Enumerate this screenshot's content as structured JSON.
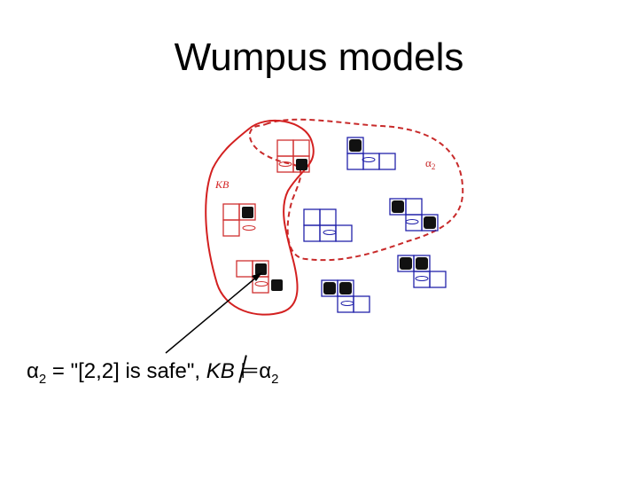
{
  "title": "Wumpus models",
  "regions": {
    "kb_label": "KB",
    "alpha_label": "α",
    "alpha_sub": "2"
  },
  "caption": {
    "alpha": "α",
    "alpha_sub": "2",
    "statement": " = \"[2,2] is safe\", ",
    "kb": "KB",
    "entails_symbol": "⊨",
    "alpha2": "α",
    "alpha2_sub": "2"
  },
  "colors": {
    "kb_region": "#d32020",
    "alpha_region": "#c82a2a",
    "grid_red": "#d03030",
    "grid_blue": "#2222aa",
    "pit": "#111111"
  }
}
